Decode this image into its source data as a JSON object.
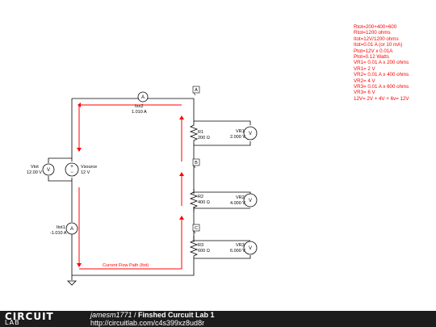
{
  "notes": [
    "Rtot=200+400+600",
    "Rtot=1200 ohms",
    "Itot=12V/1200 ohms",
    "Itot=0.01 A (or 10 mA)",
    "Ptot=12V x 0.01A",
    "Ptot=0.12 Watts",
    "VR1= 0.01 A x 200 ohms",
    "VR1= 2 V",
    "VR2= 0.01 A x 400 ohms",
    "VR2= 4 V",
    "VR3= 0.01 A x 600 ohms",
    "VR3= 6 V",
    "12V= 2V + 4V + 6v= 12V"
  ],
  "circuit": {
    "itot2": {
      "label": "Itot2",
      "value": "1.010 A"
    },
    "vtot": {
      "label": "Vtot",
      "value": "12.00 V"
    },
    "vsource": {
      "label": "Vsource",
      "value": "12 V"
    },
    "itot1": {
      "label": "Itot1",
      "value": "-1.010 A"
    },
    "nodes": {
      "a": "A",
      "b": "B",
      "c": "C"
    },
    "r1": {
      "label": "R1",
      "value": "200 Ω"
    },
    "r2": {
      "label": "R2",
      "value": "400 Ω"
    },
    "r3": {
      "label": "R3",
      "value": "600 Ω"
    },
    "vr1": {
      "label": "VR1",
      "value": "2.000 V"
    },
    "vr2": {
      "label": "VR2",
      "value": "4.000 V"
    },
    "vr3": {
      "label": "VR3",
      "value": "6.000 V"
    },
    "flow_label": "Current Flow Path (Itot)",
    "meter_symbol": "V",
    "ammeter_symbol": "A"
  },
  "footer": {
    "logo_top": "CIRCUIT",
    "logo_bottom": "LAB",
    "user": "jamesm1771",
    "separator": " / ",
    "title": "Finshed Curcuit Lab 1",
    "url": "http://circuitlab.com/c4s399xz8ud8r"
  },
  "colors": {
    "wire": "#000000",
    "flow": "#ff0000",
    "notes": "#ff0000",
    "footer_bg": "#1c1c1c"
  }
}
